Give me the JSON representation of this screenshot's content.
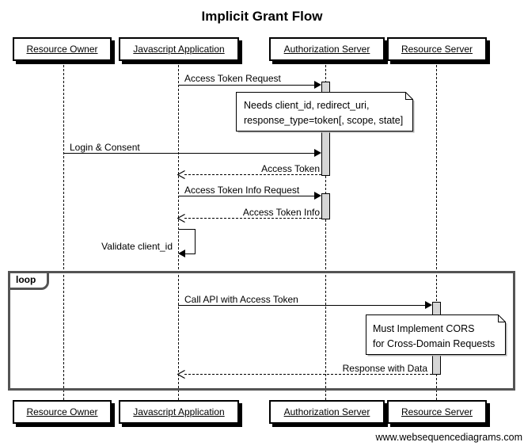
{
  "title": "Implicit Grant Flow",
  "actors": [
    {
      "label": "Resource Owner"
    },
    {
      "label": "Javascript Application"
    },
    {
      "label": "Authorization Server"
    },
    {
      "label": "Resource Server"
    }
  ],
  "messages": {
    "access_token_request": {
      "label": "Access Token Request",
      "from": "Javascript Application",
      "to": "Authorization Server",
      "line": "solid"
    },
    "login_consent": {
      "label": "Login & Consent",
      "from": "Resource Owner",
      "to": "Authorization Server",
      "line": "solid"
    },
    "access_token": {
      "label": "Access Token",
      "from": "Authorization Server",
      "to": "Javascript Application",
      "line": "dashed"
    },
    "access_token_info_request": {
      "label": "Access Token Info Request",
      "from": "Javascript Application",
      "to": "Authorization Server",
      "line": "solid"
    },
    "access_token_info": {
      "label": "Access Token Info",
      "from": "Authorization Server",
      "to": "Javascript Application",
      "line": "dashed"
    },
    "validate_client_id": {
      "label": "Validate client_id",
      "from": "Javascript Application",
      "to": "Javascript Application",
      "line": "solid"
    },
    "call_api": {
      "label": "Call API with Access Token",
      "from": "Javascript Application",
      "to": "Resource Server",
      "line": "solid"
    },
    "response_with_data": {
      "label": "Response with Data",
      "from": "Resource Server",
      "to": "Javascript Application",
      "line": "dashed"
    }
  },
  "notes": {
    "token_params": {
      "line1": "Needs client_id, redirect_uri,",
      "line2": "response_type=token[, scope, state]",
      "at": "Authorization Server"
    },
    "cors": {
      "line1": "Must Implement CORS",
      "line2": "for Cross-Domain Requests",
      "at": "Resource Server"
    }
  },
  "loop": {
    "label": "loop"
  },
  "watermark": "www.websequencediagrams.com",
  "colors": {
    "background": "#ffffff",
    "line": "#000000",
    "activation_fill": "#d6d6d6",
    "loop_border": "#545454",
    "box_shadow": "#000000"
  }
}
